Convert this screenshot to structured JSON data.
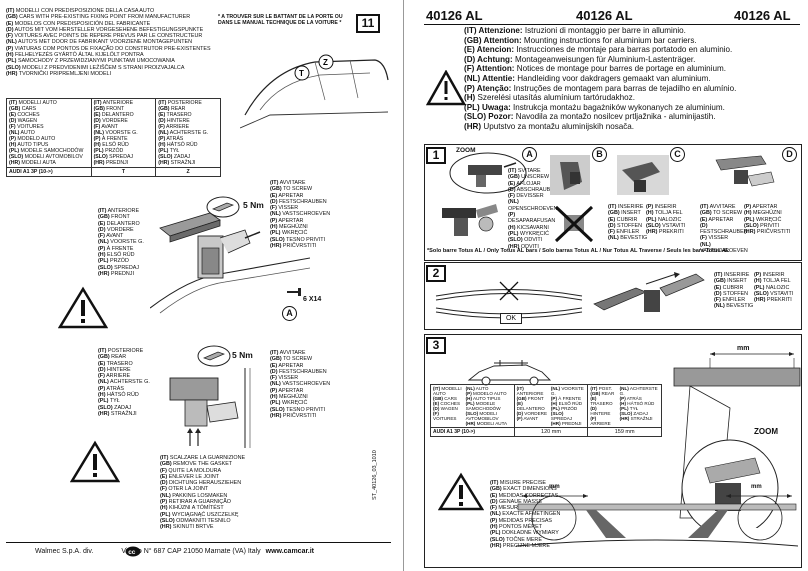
{
  "left": {
    "intro_lines": [
      {
        "code": "(IT)",
        "text": "MODELLI CON PREDISPOSIZIONE DELLA CASA AUTO"
      },
      {
        "code": "(GB)",
        "text": "CARS WITH PRE-EXISTING FIXING POINT FROM MANUFACTURER"
      },
      {
        "code": "(E)",
        "text": "MODELOS CON PREDISPOSICIÓN DEL FABRICANTE"
      },
      {
        "code": "(D)",
        "text": "AUTOS MIT VOM HERSTELLER VORGESEHENE BEFESTIGUNGSPUNKTE"
      },
      {
        "code": "(F)",
        "text": "VOITURES AVEC POINTS DE REPERE PREVUS PAR LE CONSTRUCTEUR"
      },
      {
        "code": "(NL)",
        "text": "AUTO'S MET DOOR DE FABRIKANT VOORZIENE MONTAGEPUNTEN"
      },
      {
        "code": "(P)",
        "text": "VIATURAS COM PONTOS DE FIXAÇÃO DO CONSTRUTOR PRE-EXISTENTES"
      },
      {
        "code": "(H)",
        "text": "FELHELYEZÉS GYÁRTÓ ÁLTAL KIJELÖLT PONTRA"
      },
      {
        "code": "(PL)",
        "text": "SAMOCHODY Z PRZEWIDZIANYMI PUNKTAMI UMOCOWANIA"
      },
      {
        "code": "(SLO)",
        "text": "MODELI Z PREDVIDENIMI LEŽIŠČEM S STRANI PROIZVAJALCA"
      },
      {
        "code": "(HR)",
        "text": "TVORNIČKI PRIPREMLJENI MODELI"
      }
    ],
    "door_note": "* A TROUVER SUR LE BATTANT DE LA PORTE OU DANS LE MANUAL TECHNIQUE DE LA VOITURE *",
    "page_number": "11",
    "table": {
      "col_model": [
        {
          "code": "(IT)",
          "text": "MODELLI AUTO"
        },
        {
          "code": "(GB)",
          "text": "CARS"
        },
        {
          "code": "(E)",
          "text": "COCHES"
        },
        {
          "code": "(D)",
          "text": "WAGEN"
        },
        {
          "code": "(F)",
          "text": "VOITURES"
        },
        {
          "code": "(NL)",
          "text": "AUTO"
        },
        {
          "code": "(P)",
          "text": "MODELO AUTO"
        },
        {
          "code": "(H)",
          "text": "AUTO TIPUS"
        },
        {
          "code": "(PL)",
          "text": "MODELE SAMOCHODÓW"
        },
        {
          "code": "(SLO)",
          "text": "MODELI AVTOMOBILOV"
        },
        {
          "code": "(HR)",
          "text": "MODELI AUTA"
        }
      ],
      "col_front": [
        {
          "code": "(IT)",
          "text": "ANTERIORE"
        },
        {
          "code": "(GB)",
          "text": "FRONT"
        },
        {
          "code": "(E)",
          "text": "DELANTERO"
        },
        {
          "code": "(D)",
          "text": "VORDERE"
        },
        {
          "code": "(F)",
          "text": "AVANT"
        },
        {
          "code": "(NL)",
          "text": "VOORSTE G."
        },
        {
          "code": "(P)",
          "text": "À FRENTE"
        },
        {
          "code": "(H)",
          "text": "ELSŐ RÚD"
        },
        {
          "code": "(PL)",
          "text": "PRZÓD"
        },
        {
          "code": "(SLO)",
          "text": "SPREDAJ"
        },
        {
          "code": "(HR)",
          "text": "PREDNJI"
        }
      ],
      "col_rear": [
        {
          "code": "(IT)",
          "text": "POSTERIORE"
        },
        {
          "code": "(GB)",
          "text": "REAR"
        },
        {
          "code": "(E)",
          "text": "TRASERO"
        },
        {
          "code": "(D)",
          "text": "HINTERE"
        },
        {
          "code": "(F)",
          "text": "ARRIERE"
        },
        {
          "code": "(NL)",
          "text": "ACHTERSTE G."
        },
        {
          "code": "(P)",
          "text": "ATRÁS"
        },
        {
          "code": "(H)",
          "text": "HÁTSÓ RÚD"
        },
        {
          "code": "(PL)",
          "text": "TYŁ"
        },
        {
          "code": "(SLO)",
          "text": "ZADAJ"
        },
        {
          "code": "(HR)",
          "text": "STRAŽNJI"
        }
      ],
      "row_model": "AUDI A1 3P (10->)",
      "row_front": "T",
      "row_rear": "Z"
    },
    "marker_t": "T",
    "marker_z": "Z",
    "torque_1": "5 Nm",
    "torque_2": "5 Nm",
    "screw_count": "6 X14",
    "screw_label": "A",
    "screw_instr": [
      {
        "code": "(IT)",
        "text": "AVVITARE"
      },
      {
        "code": "(GB)",
        "text": "TO SCREW"
      },
      {
        "code": "(E)",
        "text": "APRETAR"
      },
      {
        "code": "(D)",
        "text": "FESTSCHRAUBEN"
      },
      {
        "code": "(F)",
        "text": "VISSER"
      },
      {
        "code": "(NL)",
        "text": "VASTSCHROEVEN"
      },
      {
        "code": "(P)",
        "text": "APERTAR"
      },
      {
        "code": "(H)",
        "text": "MEGHÚZNI"
      },
      {
        "code": "(PL)",
        "text": "WKRĘCIĆ"
      },
      {
        "code": "(SLO)",
        "text": "TESNO PRIVITI"
      },
      {
        "code": "(HR)",
        "text": "PRIČVRSTITI"
      }
    ],
    "front_labels": [
      {
        "code": "(IT)",
        "text": "ANTERIORE"
      },
      {
        "code": "(GB)",
        "text": "FRONT"
      },
      {
        "code": "(E)",
        "text": "DELANTERO"
      },
      {
        "code": "(D)",
        "text": "VORDERE"
      },
      {
        "code": "(F)",
        "text": "AVANT"
      },
      {
        "code": "(NL)",
        "text": "VOORSTE G."
      },
      {
        "code": "(P)",
        "text": "À FRENTE"
      },
      {
        "code": "(H)",
        "text": "ELSŐ RÚD"
      },
      {
        "code": "(PL)",
        "text": "PRZÓD"
      },
      {
        "code": "(SLO)",
        "text": "SPREDAJ"
      },
      {
        "code": "(HR)",
        "text": "PREDNJI"
      }
    ],
    "rear_labels": [
      {
        "code": "(IT)",
        "text": "POSTERIORE"
      },
      {
        "code": "(GB)",
        "text": "REAR"
      },
      {
        "code": "(E)",
        "text": "TRASERO"
      },
      {
        "code": "(D)",
        "text": "HINTERE"
      },
      {
        "code": "(F)",
        "text": "ARRIERE"
      },
      {
        "code": "(NL)",
        "text": "ACHTERSTE G."
      },
      {
        "code": "(P)",
        "text": "ATRÁS"
      },
      {
        "code": "(H)",
        "text": "HÁTSÓ RÚD"
      },
      {
        "code": "(PL)",
        "text": "TYŁ"
      },
      {
        "code": "(SLO)",
        "text": "ZADAJ"
      },
      {
        "code": "(HR)",
        "text": "STRAŽNJI"
      }
    ],
    "screw_instr_2": [
      {
        "code": "(IT)",
        "text": "AVVITARE"
      },
      {
        "code": "(GB)",
        "text": "TO SCREW"
      },
      {
        "code": "(E)",
        "text": "APRETAR"
      },
      {
        "code": "(D)",
        "text": "FESTSCHRAUBEN"
      },
      {
        "code": "(F)",
        "text": "VISSER"
      },
      {
        "code": "(NL)",
        "text": "VASTSCHROEVEN"
      },
      {
        "code": "(P)",
        "text": "APERTAR"
      },
      {
        "code": "(H)",
        "text": "MEGHÚZNI"
      },
      {
        "code": "(PL)",
        "text": "WKRĘCIĆ"
      },
      {
        "code": "(SLO)",
        "text": "TESNO PRIVITI"
      },
      {
        "code": "(HR)",
        "text": "PRIČVRSTITI"
      }
    ],
    "gasket_labels": [
      {
        "code": "(IT)",
        "text": "SCALZARE LA GUARNIZIONE"
      },
      {
        "code": "(GB)",
        "text": "REMOVE THE GASKET"
      },
      {
        "code": "(F)",
        "text": "QUITE LA MOLDURA"
      },
      {
        "code": "(E)",
        "text": "ENLEVER LE JOINT"
      },
      {
        "code": "(D)",
        "text": "DICHTUNG HERAUSZIEHEN"
      },
      {
        "code": "(F)",
        "text": "OTER LA JOINT"
      },
      {
        "code": "(NL)",
        "text": "PAKKING LOSMAKEN"
      },
      {
        "code": "(P)",
        "text": "RETIRAR A GUARNIÇÃO"
      },
      {
        "code": "(H)",
        "text": "KIHÚZNI A TÖMÍTÉST"
      },
      {
        "code": "(PL)",
        "text": "WYCIĄGNĄĆ USZCZELKĘ"
      },
      {
        "code": "(SLO)",
        "text": "ODMAKNITI TESNILO"
      },
      {
        "code": "(HR)",
        "text": "SKINUTI BRTVE"
      }
    ],
    "vertical_code": "ST_40126_03_1010",
    "footer_company": "Walmec S.p.A. div.",
    "footer_address": "Via Po N° 687 CAP 21050 Marnate (VA) Italy",
    "footer_site": "www.camcar.it"
  },
  "right": {
    "product_code_1": "40126 AL",
    "product_code_2": "40126 AL",
    "product_code_3": "40126 AL",
    "attention_lines": [
      {
        "code": "(IT) Attenzione:",
        "text": "Istruzioni di montaggio per barre in alluminio."
      },
      {
        "code": "(GB) Attention:",
        "text": "Mounting instructions for aluminium bar carriers."
      },
      {
        "code": "(E) Atencion:",
        "text": "Instrucciones de montaje para barras portatodo en aluminio."
      },
      {
        "code": "(D) Achtung:",
        "text": "Montageanweisungen für Aluminium-Lastenträger."
      },
      {
        "code": "(F) Attention:",
        "text": "Notices de montage pour barres de portage en aluminium."
      },
      {
        "code": "(NL) Attentie:",
        "text": "Handleiding voor dakdragers gemaakt van aluminium."
      },
      {
        "code": "(P) Atenção:",
        "text": "Instruções de montagem para barras de tejadilho en alumínio."
      },
      {
        "code": "(H)",
        "text": "Szerelési utasítás alumínium tartórudakhoz."
      },
      {
        "code": "(PL) Uwaga:",
        "text": "Instrukcja montażu bagażników wykonanych ze aluminium."
      },
      {
        "code": "(SLO) Pozor:",
        "text": "Navodila za montažo nosilcev prtljažnika - aluminijastih."
      },
      {
        "code": "(HR)",
        "text": "Uputstvo za montažu aluminijskih nosača."
      }
    ],
    "step1": "1",
    "zoom_label_1": "ZOOM",
    "circle_a": "A",
    "circle_b": "B",
    "circle_c": "C",
    "circle_d": "D",
    "unscrew_labels": [
      {
        "code": "(IT)",
        "text": "SVITARE"
      },
      {
        "code": "(GB)",
        "text": "UNSCREW"
      },
      {
        "code": "(E)",
        "text": "AFLOJAR"
      },
      {
        "code": "(D)",
        "text": "ABSCHRAUBEN"
      },
      {
        "code": "(F)",
        "text": "DEVISSER"
      },
      {
        "code": "(NL)",
        "text": "OPENSCHROEVEN"
      },
      {
        "code": "(P)",
        "text": "DESAPARAFUSAN"
      },
      {
        "code": "(H)",
        "text": "KICSAVARNI"
      },
      {
        "code": "(PL)",
        "text": "WYKRĘCIĆ"
      },
      {
        "code": "(SLO)",
        "text": "ODVITI"
      },
      {
        "code": "(HR)",
        "text": "ODVITI"
      }
    ],
    "insert_labels": [
      {
        "code": "(IT)",
        "text": "INSERIRE"
      },
      {
        "code": "(GB)",
        "text": "INSERT"
      },
      {
        "code": "(E)",
        "text": "CUBRIR"
      },
      {
        "code": "(D)",
        "text": "STOFFEN"
      },
      {
        "code": "(F)",
        "text": "ENFILER"
      },
      {
        "code": "(NL)",
        "text": "BEVESTIG"
      }
    ],
    "insert_labels_b": [
      {
        "code": "(P)",
        "text": "INSERIR"
      },
      {
        "code": "(H)",
        "text": "TOLJA FEL"
      },
      {
        "code": "(PL)",
        "text": "NALOZIC"
      },
      {
        "code": "(SLO)",
        "text": "VSTAVITI"
      },
      {
        "code": "(HR)",
        "text": "PREKRITI"
      }
    ],
    "screw_labels_d": [
      {
        "code": "(IT)",
        "text": "AVVITARE"
      },
      {
        "code": "(GB)",
        "text": "TO SCREW"
      },
      {
        "code": "(E)",
        "text": "APRETAR"
      },
      {
        "code": "(D)",
        "text": "FESTSCHRAUBEN"
      },
      {
        "code": "(F)",
        "text": "VISSER"
      },
      {
        "code": "(NL)",
        "text": "VASTSCHROEVEN"
      }
    ],
    "screw_labels_d_b": [
      {
        "code": "(P)",
        "text": "APERTAR"
      },
      {
        "code": "(H)",
        "text": "MEGHÚZNI"
      },
      {
        "code": "(PL)",
        "text": "WKRĘCIĆ"
      },
      {
        "code": "(SLO)",
        "text": "PRIVITI"
      },
      {
        "code": "(HR)",
        "text": "PRIČVRSTITI"
      }
    ],
    "solo_barre": "*Solo barre Totus AL / Only Totus AL bars / Solo barras Totus AL / Nur Totus AL Traverse / Seuls les bars Totus AL",
    "step2": "2",
    "ok_label": "OK",
    "step2_labels": [
      {
        "code": "(IT)",
        "text": "INSERIRE"
      },
      {
        "code": "(GB)",
        "text": "INSERT"
      },
      {
        "code": "(E)",
        "text": "CUBRIR"
      },
      {
        "code": "(D)",
        "text": "STOFFEN"
      },
      {
        "code": "(F)",
        "text": "ENFILER"
      },
      {
        "code": "(NL)",
        "text": "BEVESTIG"
      }
    ],
    "step2_labels_b": [
      {
        "code": "(P)",
        "text": "INSERIR"
      },
      {
        "code": "(H)",
        "text": "TOLJA FEL"
      },
      {
        "code": "(PL)",
        "text": "NALOZIC"
      },
      {
        "code": "(SLO)",
        "text": "VSTAVITI"
      },
      {
        "code": "(HR)",
        "text": "PREKRITI"
      }
    ],
    "step3": "3",
    "mm_label_top": "mm",
    "zoom_label_2": "ZOOM",
    "mini_table": {
      "head_a": [
        {
          "code": "(IT)",
          "text": "MODELLI AUTO"
        },
        {
          "code": "(GB)",
          "text": "CARS"
        },
        {
          "code": "(E)",
          "text": "COCHES"
        },
        {
          "code": "(D)",
          "text": "WAGEN"
        },
        {
          "code": "(F)",
          "text": "VOITURES"
        }
      ],
      "head_a_b": [
        {
          "code": "(NL)",
          "text": "AUTO"
        },
        {
          "code": "(P)",
          "text": "MODELO AUTO"
        },
        {
          "code": "(H)",
          "text": "AUTO TIPUS"
        },
        {
          "code": "(PL)",
          "text": "MODELE SAMOCHODÓW"
        },
        {
          "code": "(SLO)",
          "text": "MODELI AVTOMOBILOV"
        },
        {
          "code": "(HR)",
          "text": "MODELI AUTA"
        }
      ],
      "head_b": [
        {
          "code": "(IT)",
          "text": "ANTERIORE"
        },
        {
          "code": "(GB)",
          "text": "FRONT"
        },
        {
          "code": "(E)",
          "text": "DELANTERO"
        },
        {
          "code": "(D)",
          "text": "VORDERE"
        },
        {
          "code": "(F)",
          "text": "AVANT"
        }
      ],
      "head_b_b": [
        {
          "code": "(NL)",
          "text": "VOORSTE G."
        },
        {
          "code": "(P)",
          "text": "À FRENTE"
        },
        {
          "code": "(H)",
          "text": "ELSŐ RÚD"
        },
        {
          "code": "(PL)",
          "text": "PRZÓD"
        },
        {
          "code": "(SLO)",
          "text": "SPREDAJ"
        },
        {
          "code": "(HR)",
          "text": "PREDNJI"
        }
      ],
      "head_c": [
        {
          "code": "(IT)",
          "text": "POST."
        },
        {
          "code": "(GB)",
          "text": "REAR"
        },
        {
          "code": "(E)",
          "text": "TRASERO"
        },
        {
          "code": "(D)",
          "text": "HINTERE"
        },
        {
          "code": "(F)",
          "text": "ARRIERE"
        }
      ],
      "head_c_b": [
        {
          "code": "(NL)",
          "text": "ACHTERSTE G."
        },
        {
          "code": "(P)",
          "text": "ATRÁS"
        },
        {
          "code": "(H)",
          "text": "HÁTSÓ RÚD"
        },
        {
          "code": "(PL)",
          "text": "TYŁ"
        },
        {
          "code": "(SLO)",
          "text": "ZADAJ"
        },
        {
          "code": "(HR)",
          "text": "STRAŽNJI"
        }
      ],
      "row_model": "AUDI A1 3P (10->)",
      "row_front": "120 mm",
      "row_rear": "159 mm"
    },
    "measure_labels": [
      {
        "code": "(IT)",
        "text": "MISURE PRECISE"
      },
      {
        "code": "(GB)",
        "text": "EXACT DIMENSIONS"
      },
      {
        "code": "(E)",
        "text": "MEDIDAS CORRECTAS"
      },
      {
        "code": "(D)",
        "text": "GENAUE MASSE"
      },
      {
        "code": "(F)",
        "text": "MESURES EXACTES"
      },
      {
        "code": "(NL)",
        "text": "EXACTE AFMETINGEN"
      },
      {
        "code": "(P)",
        "text": "MEDIDAS PRECISAS"
      },
      {
        "code": "(H)",
        "text": "PONTOS MÉRET"
      },
      {
        "code": "(PL)",
        "text": "DOKŁADNE WYMIARY"
      },
      {
        "code": "(SLO)",
        "text": "TOČNE MERE"
      },
      {
        "code": "(HR)",
        "text": "PRECIZNE MJERE"
      }
    ],
    "mm_label_left": "mm",
    "mm_label_right": "mm"
  }
}
